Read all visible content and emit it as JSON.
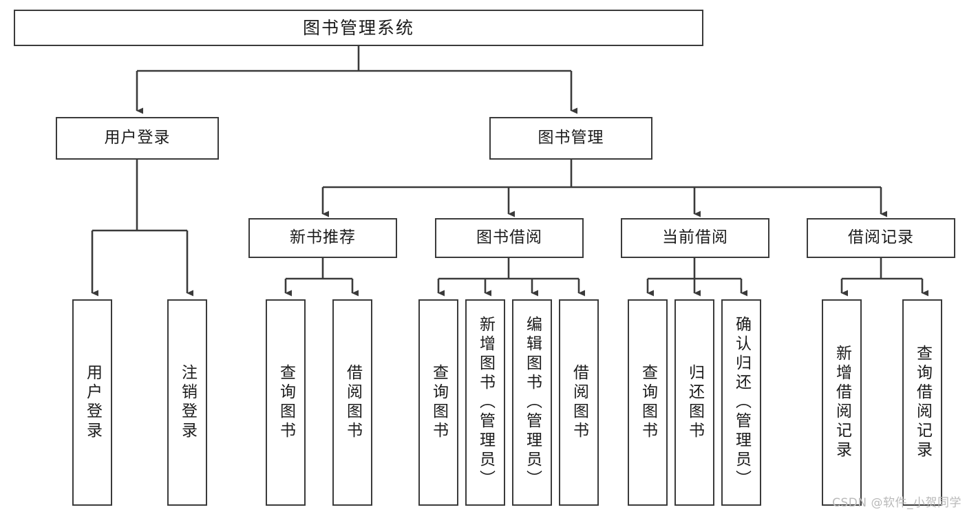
{
  "diagram": {
    "title": "图书管理系统",
    "type": "tree-hierarchy",
    "colors": {
      "stroke": "#3a3a3a",
      "text": "#1b1b1b",
      "background": "#ffffff",
      "watermark": "#b9b9b9"
    }
  },
  "root": {
    "label": "图书管理系统"
  },
  "level1": [
    {
      "label": "用户登录"
    },
    {
      "label": "图书管理"
    }
  ],
  "level2": [
    {
      "label": "新书推荐"
    },
    {
      "label": "图书借阅"
    },
    {
      "label": "当前借阅"
    },
    {
      "label": "借阅记录"
    }
  ],
  "leaves": {
    "user_login": [
      {
        "label": "用户登录"
      },
      {
        "label": "注销登录"
      }
    ],
    "new_book_recommend": [
      {
        "label": "查询图书"
      },
      {
        "label": "借阅图书"
      }
    ],
    "book_borrow": [
      {
        "label": "查询图书"
      },
      {
        "label": "新增图书（管理员）"
      },
      {
        "label": "编辑图书（管理员）"
      },
      {
        "label": "借阅图书"
      }
    ],
    "current_borrow": [
      {
        "label": "查询图书"
      },
      {
        "label": "归还图书"
      },
      {
        "label": "确认归还（管理员）"
      }
    ],
    "borrow_record": [
      {
        "label": "新增借阅记录"
      },
      {
        "label": "查询借阅记录"
      }
    ]
  },
  "watermark": {
    "text": "CSDN @软件_小贺同学"
  }
}
